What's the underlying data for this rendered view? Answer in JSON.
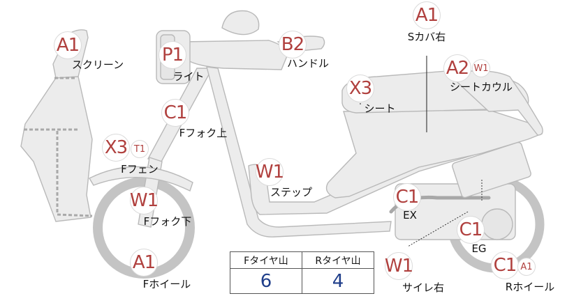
{
  "callouts": [
    {
      "id": "screen",
      "code": "A1",
      "sub": "",
      "label": "スクリーン"
    },
    {
      "id": "light",
      "code": "P1",
      "sub": "",
      "label": "ライト"
    },
    {
      "id": "handle",
      "code": "B2",
      "sub": "",
      "label": "ハンドル"
    },
    {
      "id": "fforkup",
      "code": "C1",
      "sub": "",
      "label": "Fフォク上"
    },
    {
      "id": "ffender",
      "code": "X3",
      "sub": "T1",
      "label": "Fフェン"
    },
    {
      "id": "fforklow",
      "code": "W1",
      "sub": "",
      "label": "Fフォク下"
    },
    {
      "id": "fwheel",
      "code": "A1",
      "sub": "",
      "label": "Fホイール"
    },
    {
      "id": "step",
      "code": "W1",
      "sub": "",
      "label": "ステップ"
    },
    {
      "id": "scover",
      "code": "A1",
      "sub": "",
      "label": "Sカバ右"
    },
    {
      "id": "seat",
      "code": "X3",
      "sub": "",
      "label": "シート"
    },
    {
      "id": "seatcowl",
      "code": "A2",
      "sub": "W1",
      "label": "シートカウル"
    },
    {
      "id": "ex",
      "code": "C1",
      "sub": "",
      "label": "EX"
    },
    {
      "id": "eg",
      "code": "C1",
      "sub": "",
      "label": "EG"
    },
    {
      "id": "silencer",
      "code": "W1",
      "sub": "",
      "label": "サイレ右"
    },
    {
      "id": "rwheel",
      "code": "C1",
      "sub": "A1",
      "label": "Rホイール"
    }
  ],
  "tire_table": {
    "headers": [
      "Fタイヤ山",
      "Rタイヤ山"
    ],
    "values": [
      "6",
      "4"
    ]
  },
  "colors": {
    "code_red": "#b0403e",
    "tire_blue": "#1f3e8a",
    "part_fill": "#ececec",
    "part_stroke": "#b9b9b9"
  }
}
